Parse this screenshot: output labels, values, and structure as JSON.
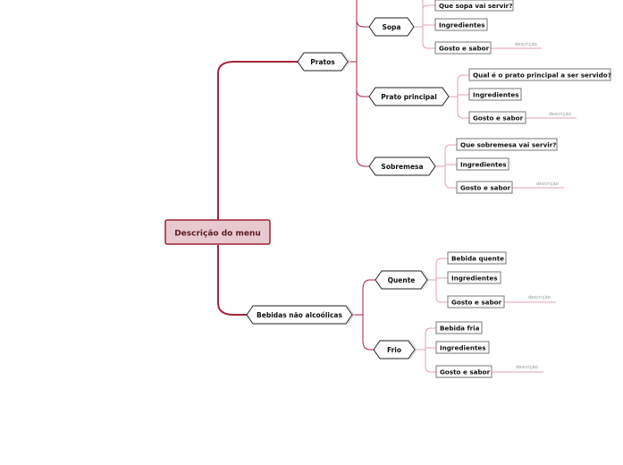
{
  "colors": {
    "root_fill": "#e8c9cf",
    "root_stroke": "#9b2335",
    "branch": "#a8233a",
    "thin": "#e3a1ad",
    "node_stroke": "#222222"
  },
  "root": "Descrição do menu",
  "branches": {
    "pratos": {
      "label": "Pratos",
      "sopa": {
        "label": "Sopa",
        "question": "Que sopa vai servir?",
        "ingredients": "Ingredientes",
        "taste": "Gosto e sabor",
        "desc": "descrição"
      },
      "principal": {
        "label": "Prato principal",
        "question": "Qual é o prato principal a ser servido?",
        "ingredients": "Ingredientes",
        "taste": "Gosto e sabor",
        "desc": "descrição"
      },
      "sobremesa": {
        "label": "Sobremesa",
        "question": "Que sobremesa vai servir?",
        "ingredients": "Ingredientes",
        "taste": "Gosto e sabor",
        "desc": "descrição"
      }
    },
    "bebidas": {
      "label": "Bebidas não alcoólicas",
      "quente": {
        "label": "Quente",
        "item": "Bebida quente",
        "ingredients": "Ingredientes",
        "taste": "Gosto e sabor",
        "desc": "descrição"
      },
      "frio": {
        "label": "Frio",
        "item": "Bebida fria",
        "ingredients": "Ingredientes",
        "taste": "Gosto e sabor",
        "desc": "descrição"
      }
    }
  }
}
